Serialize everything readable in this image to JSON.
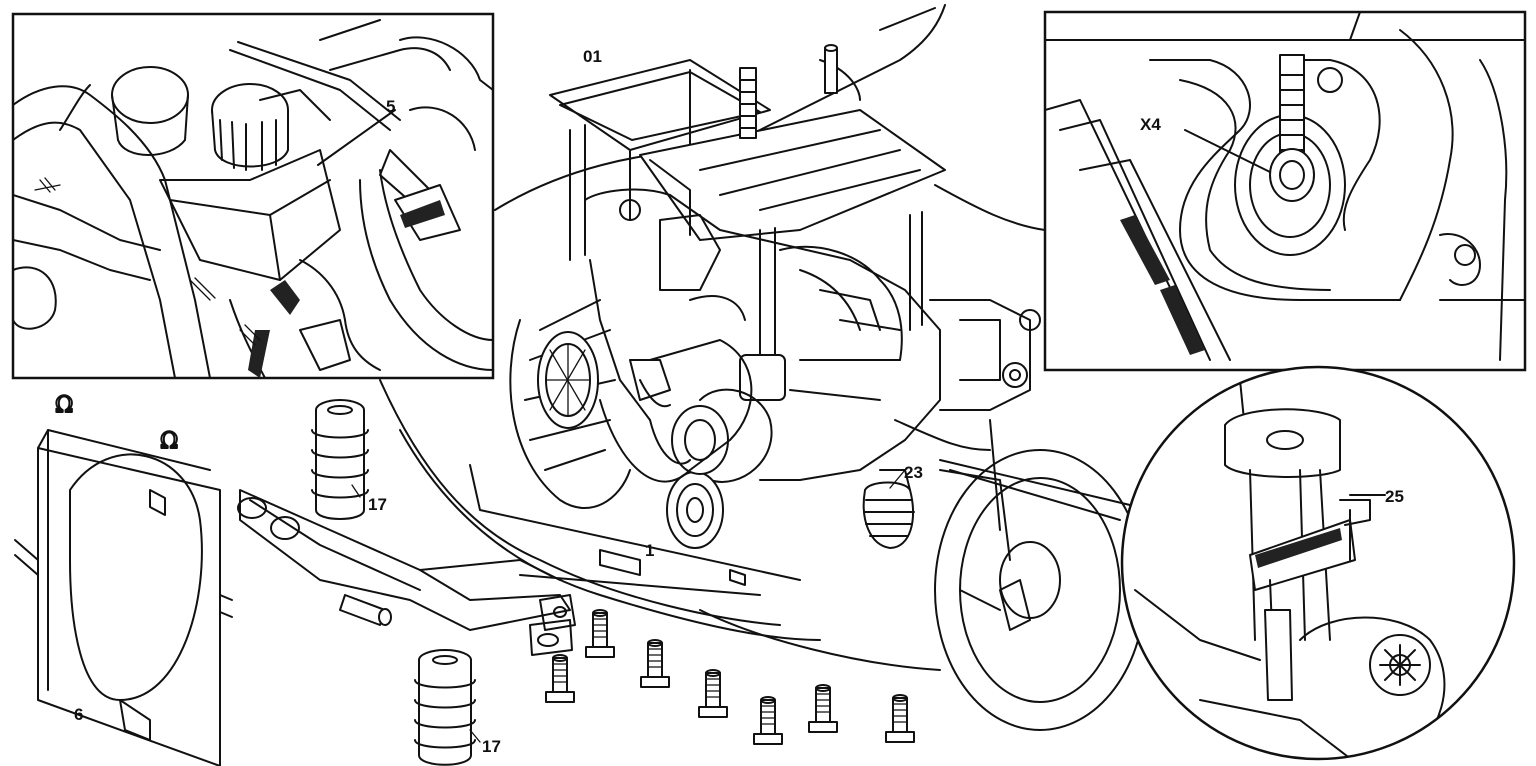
{
  "callouts": {
    "c01": "01",
    "c5": "5",
    "cX4": "X4",
    "c25": "25",
    "c23": "23",
    "c17a": "17",
    "c17b": "17",
    "c1": "1",
    "c6": "6"
  }
}
